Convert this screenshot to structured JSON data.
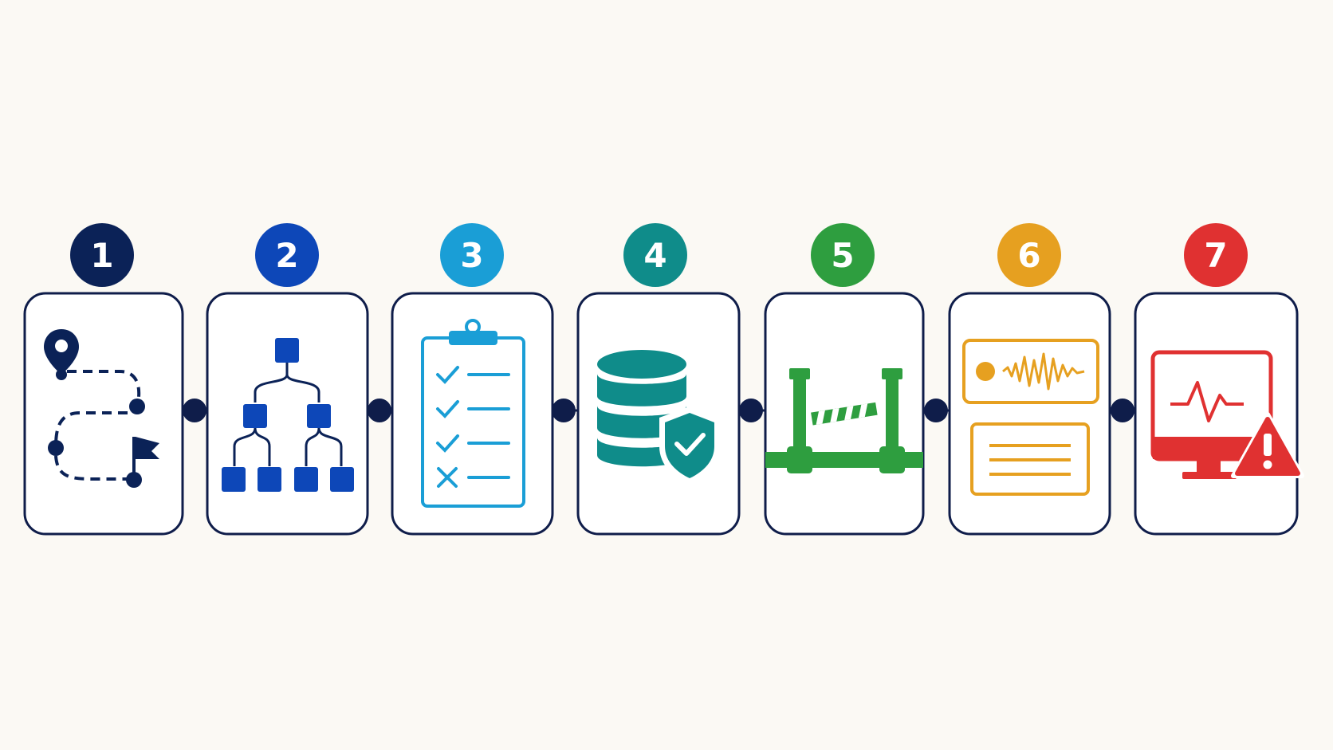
{
  "colors": {
    "background": "#fbf9f4",
    "outline": "#0f1d4a",
    "step1": "#0b2257",
    "step2": "#0d47b8",
    "step3": "#1a9ed6",
    "step4": "#0f8c8a",
    "step5": "#2e9e3f",
    "step6": "#e6a020",
    "step7": "#e03131"
  },
  "steps": [
    {
      "number": "1",
      "color": "#0b2257",
      "icon": "route-map-icon"
    },
    {
      "number": "2",
      "color": "#0d47b8",
      "icon": "hierarchy-tree-icon"
    },
    {
      "number": "3",
      "color": "#1a9ed6",
      "icon": "clipboard-checklist-icon"
    },
    {
      "number": "4",
      "color": "#0f8c8a",
      "icon": "database-shield-icon"
    },
    {
      "number": "5",
      "color": "#2e9e3f",
      "icon": "barrier-gate-icon"
    },
    {
      "number": "6",
      "color": "#e6a020",
      "icon": "audio-log-icon"
    },
    {
      "number": "7",
      "color": "#e03131",
      "icon": "monitor-alert-icon"
    }
  ]
}
